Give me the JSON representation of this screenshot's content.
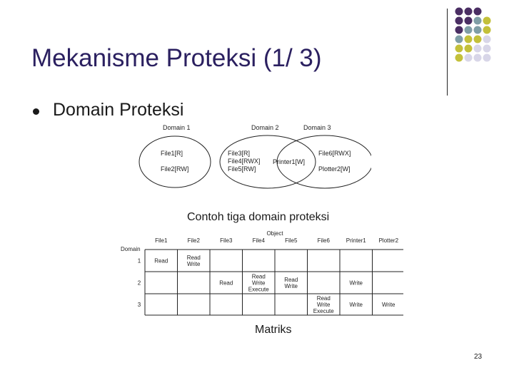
{
  "slide": {
    "title": "Mekanisme Proteksi (1/ 3)",
    "bullet": "Domain Proteksi",
    "page_number": "23",
    "colors": {
      "title": "#2b2060",
      "dot_purple": "#4a2e63",
      "dot_teal": "#7f9ea6",
      "dot_olive": "#c3c03a",
      "dot_lavender": "#d8d6e8"
    }
  },
  "venn": {
    "caption": "Contoh tiga domain proteksi",
    "domains": [
      "Domain 1",
      "Domain 2",
      "Domain 3"
    ],
    "domain1_items": [
      "File1[R]",
      "File2[RW]"
    ],
    "domain2_items": [
      "File3[R]",
      "File4[RWX]",
      "File5[RW]"
    ],
    "shared_item": "Printer1[W]",
    "domain3_items": [
      "File6[RWX]",
      "Plotter2[W]"
    ]
  },
  "matrix": {
    "caption": "Matriks",
    "object_label": "Object",
    "domain_label": "Domain",
    "columns": [
      "File1",
      "File2",
      "File3",
      "File4",
      "File5",
      "File6",
      "Printer1",
      "Plotter2"
    ],
    "rows": [
      {
        "label": "1",
        "cells": [
          "Read",
          "Read\nWrite",
          "",
          "",
          "",
          "",
          "",
          ""
        ]
      },
      {
        "label": "2",
        "cells": [
          "",
          "",
          "Read",
          "Read\nWrite\nExecute",
          "Read\nWrite",
          "",
          "Write",
          ""
        ]
      },
      {
        "label": "3",
        "cells": [
          "",
          "",
          "",
          "",
          "",
          "Read\nWrite\nExecute",
          "Write",
          "Write"
        ]
      }
    ]
  }
}
